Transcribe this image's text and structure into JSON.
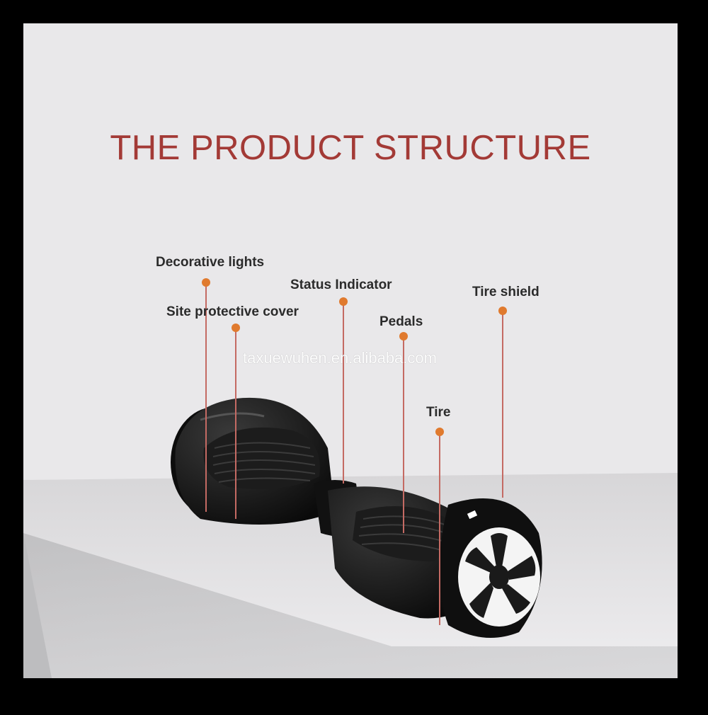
{
  "title": "THE PRODUCT STRUCTURE",
  "watermark": "taxuewuhen.en.alibaba.com",
  "labels": {
    "decorative_lights": "Decorative lights",
    "site_protective_cover": "Site protective cover",
    "status_indicator": "Status Indicator",
    "pedals": "Pedals",
    "tire": "Tire",
    "tire_shield": "Tire shield"
  },
  "colors": {
    "title": "#a33a36",
    "leader_line": "#c46a63",
    "marker_dot": "#e07a2e",
    "background": "#e9e8ea",
    "frame": "#000000"
  }
}
